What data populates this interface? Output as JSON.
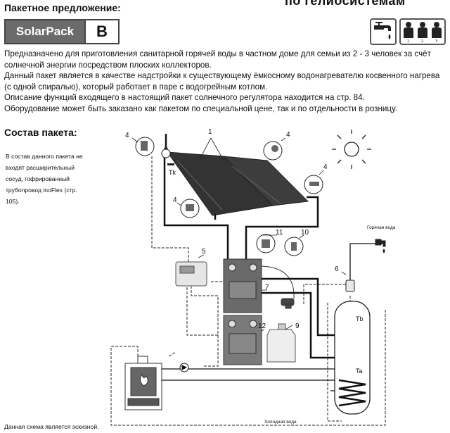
{
  "header": {
    "title": "Пакетное предложение:",
    "top_right_text": "по гелиосистемам"
  },
  "badge": {
    "name": "SolarPack",
    "letter": "B"
  },
  "icons": [
    "tap-water-icon",
    "three-persons-icon"
  ],
  "intro": [
    "Предназначено для приготовления санитарной горячей воды в частном доме для семьи из 2 - 3 человек за счёт солнечной энергии посредством плоских коллекторов.",
    "Данный пакет является в качестве надстройки к существующему ёмкосному водонагревателю косвенного нагрева (с одной спиралью), который работает в паре с водогрейным котлом.",
    "Описание функций входящего в настоящий пакет солнечного регулятора находится на стр. 84.",
    "Оборудование может быть заказано как пакетом по специальной цене, так и по отдельности в розницу."
  ],
  "section_title": "Состав пакета:",
  "note": "В состав данного пакета не входят расширительный сосуд, гофрированный трубопровод inoFlex (стр. 105).",
  "diagram": {
    "callouts": [
      "1",
      "4",
      "4",
      "4",
      "4",
      "5",
      "6",
      "7",
      "9",
      "10",
      "11",
      "12"
    ],
    "labels": {
      "hot_water": "Горячая вода",
      "cold_water": "Холодная вода",
      "tk": "Tk",
      "tb": "Tb",
      "ta": "Ta"
    }
  },
  "footer": "Данная схема является эскизной."
}
